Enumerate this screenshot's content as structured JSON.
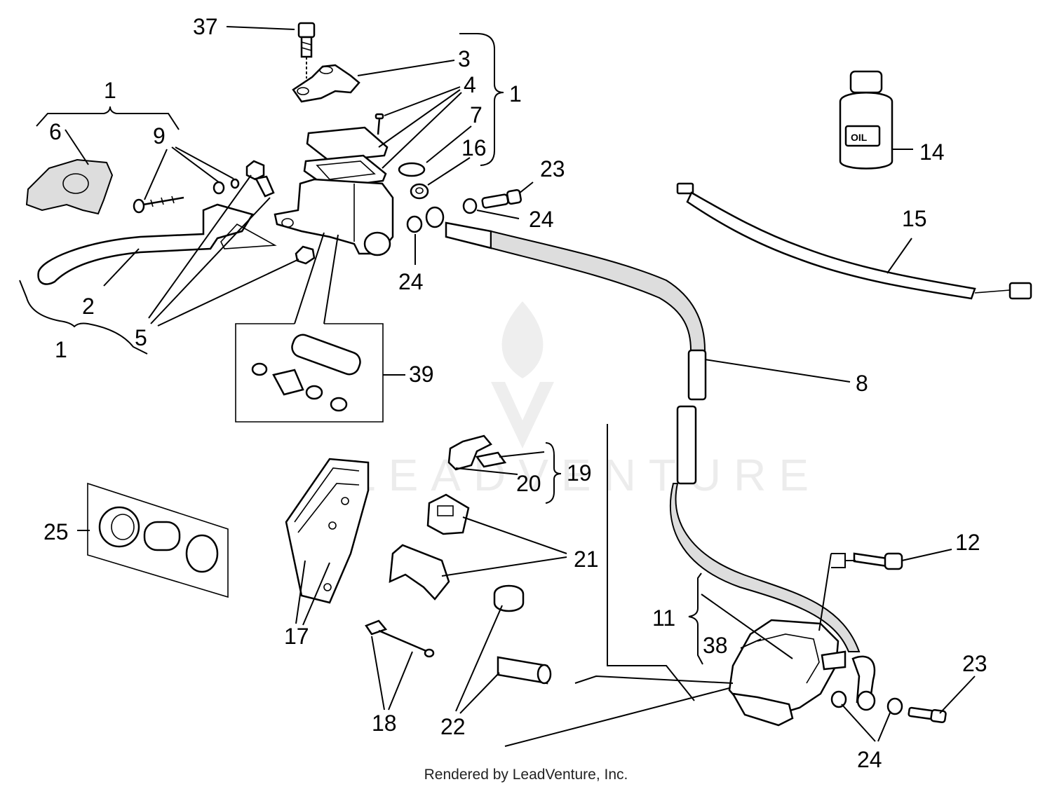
{
  "watermark": {
    "text": "LEADVENTURE"
  },
  "callouts": {
    "c37": "37",
    "c3": "3",
    "c4": "4",
    "c1_top": "1",
    "c7": "7",
    "c16": "16",
    "c23_top": "23",
    "c24_top": "24",
    "c24_mid": "24",
    "c1_left": "1",
    "c6": "6",
    "c9": "9",
    "c2": "2",
    "c5": "5",
    "c1_bottom": "1",
    "c39": "39",
    "c14": "14",
    "c15": "15",
    "c8": "8",
    "c19": "19",
    "c20": "20",
    "c25": "25",
    "c21": "21",
    "c17": "17",
    "c18": "18",
    "c22": "22",
    "c12": "12",
    "c11": "11",
    "c38": "38",
    "c23_bottom": "23",
    "c24_bottom": "24"
  },
  "bottle_label": "OIL",
  "footer": "Rendered by LeadVenture, Inc."
}
